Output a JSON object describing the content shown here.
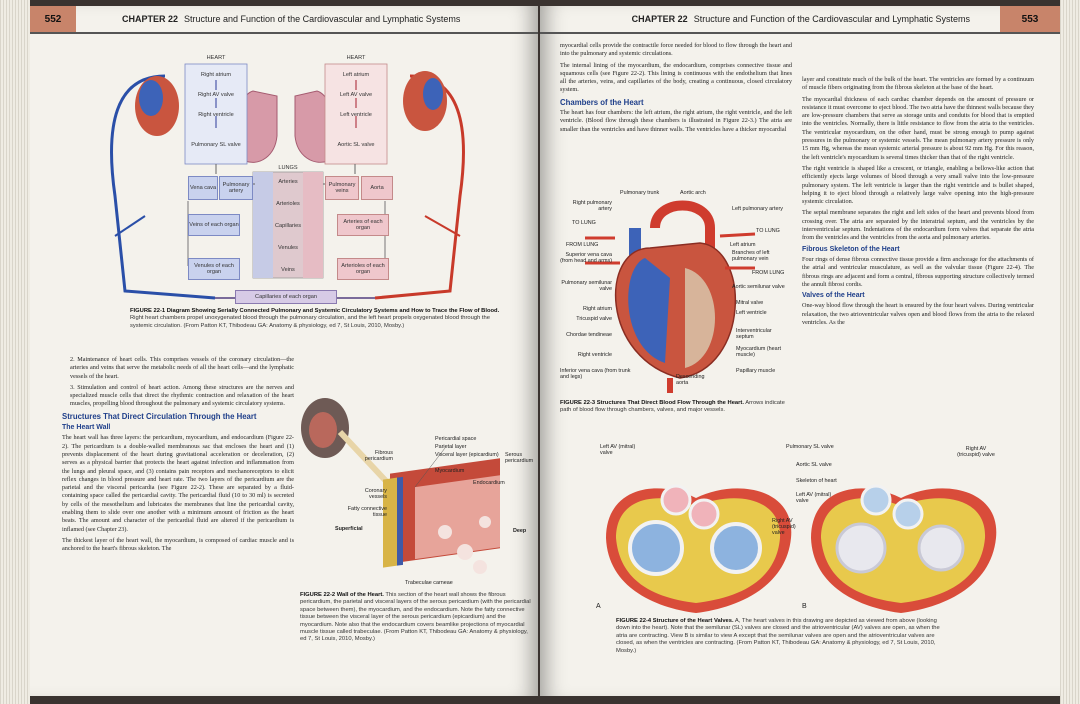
{
  "left_page": {
    "page_number": "552",
    "chapter_label": "CHAPTER 22",
    "chapter_title": "Structure and Function of the Cardiovascular and Lymphatic Systems",
    "fig1": {
      "heart_left": "HEART",
      "heart_right": "HEART",
      "lungs": "LUNGS",
      "right_chain": [
        "Right atrium",
        "Right AV valve",
        "Right ventricle",
        "Pulmonary SL valve"
      ],
      "left_chain": [
        "Left atrium",
        "Left AV valve",
        "Left ventricle",
        "Aortic SL valve"
      ],
      "vena_cava": "Vena cava",
      "pulmonary_artery": "Pulmonary artery",
      "pulmonary_veins": "Pulmonary veins",
      "aorta": "Aorta",
      "lung_vessels": [
        "Arteries",
        "Arterioles",
        "Capillaries",
        "Venules",
        "Veins"
      ],
      "veins_organ": "Veins of each organ",
      "venules_organ": "Venules of each organ",
      "arteries_organ": "Arteries of each organ",
      "arterioles_organ": "Arterioles of each organ",
      "capillaries_organ": "Capillaries of each organ",
      "caption_label": "FIGURE 22-1",
      "caption_title": "Diagram Showing Serially Connected Pulmonary and Systemic Circulatory Systems and How to Trace the Flow of Blood.",
      "caption_text": "Right heart chambers propel unoxygenated blood through the pulmonary circulation, and the left heart propels oxygenated blood through the systemic circulation. (From Patton KT, Thibodeau GA: Anatomy & physiology, ed 7, St Louis, 2010, Mosby.)"
    },
    "list_items": [
      "2. Maintenance of heart cells. This comprises vessels of the coronary circulation—the arteries and veins that serve the metabolic needs of all the heart cells—and the lymphatic vessels of the heart.",
      "3. Stimulation and control of heart action. Among these structures are the nerves and specialized muscle cells that direct the rhythmic contraction and relaxation of the heart muscles, propelling blood throughout the pulmonary and systemic circulatory systems."
    ],
    "section_title": "Structures That Direct Circulation Through the Heart",
    "subsection_title": "The Heart Wall",
    "para1": "The heart wall has three layers: the pericardium, myocardium, and endocardium (Figure 22-2). The pericardium is a double-walled membranous sac that encloses the heart and (1) prevents displacement of the heart during gravitational acceleration or deceleration, (2) serves as a physical barrier that protects the heart against infection and inflammation from the lungs and pleural space, and (3) contains pain receptors and mechanoreceptors to elicit reflex changes in blood pressure and heart rate. The two layers of the pericardium are the parietal and the visceral pericardia (see Figure 22-2). These are separated by a fluid-containing space called the pericardial cavity. The pericardial fluid (10 to 30 ml) is secreted by cells of the mesothelium and lubricates the membranes that line the pericardial cavity, enabling them to slide over one another with a minimum amount of friction as the heart beats. The amount and character of the pericardial fluid are altered if the pericardium is inflamed (see Chapter 23).",
    "para2": "The thickest layer of the heart wall, the myocardium, is composed of cardiac muscle and is anchored to the heart's fibrous skeleton. The",
    "fig2": {
      "labels_right": [
        "Pericardial space",
        "Parietal layer",
        "Visceral layer (epicardium)",
        "Myocardium",
        "Endocardium"
      ],
      "serous": "Serous pericardium",
      "fibrous": "Fibrous pericardium",
      "coronary": "Coronary vessels",
      "fatty": "Fatty connective tissue",
      "superficial": "Superficial",
      "deep": "Deep",
      "trabeculae": "Trabeculae carneae",
      "caption_label": "FIGURE 22-2",
      "caption_title": "Wall of the Heart.",
      "caption_text": "This section of the heart wall shows the fibrous pericardium, the parietal and visceral layers of the serous pericardium (with the pericardial space between them), the myocardium, and the endocardium. Note the fatty connective tissue between the visceral layer of the serous pericardium (epicardium) and the myocardium. Note also that the endocardium covers beamlike projections of myocardial muscle tissue called trabeculae. (From Patton KT, Thibodeau GA: Anatomy & physiology, ed 7, St Louis, 2010, Mosby.)"
    }
  },
  "right_page": {
    "page_number": "553",
    "chapter_label": "CHAPTER 22",
    "chapter_title": "Structure and Function of the Cardiovascular and Lymphatic Systems",
    "col1_para1": "myocardial cells provide the contractile force needed for blood to flow through the heart and into the pulmonary and systemic circulations.",
    "col1_para2": "The internal lining of the myocardium, the endocardium, comprises connective tissue and squamous cells (see Figure 22-2). This lining is continuous with the endothelium that lines all the arteries, veins, and capillaries of the body, creating a continuous, closed circulatory system.",
    "chambers_title": "Chambers of the Heart",
    "chambers_para": "The heart has four chambers: the left atrium, the right atrium, the right ventricle, and the left ventricle. (Blood flow through these chambers is illustrated in Figure 22-3.) The atria are smaller than the ventricles and have thinner walls. The ventricles have a thicker myocardial",
    "col2_para1": "layer and constitute much of the bulk of the heart. The ventricles are formed by a continuum of muscle fibers originating from the fibrous skeleton at the base of the heart.",
    "col2_para2": "The myocardial thickness of each cardiac chamber depends on the amount of pressure or resistance it must overcome to eject blood. The two atria have the thinnest walls because they are low-pressure chambers that serve as storage units and conduits for blood that is emptied into the ventricles. Normally, there is little resistance to flow from the atria to the ventricles. The ventricular myocardium, on the other hand, must be strong enough to pump against pressures in the pulmonary or systemic vessels. The mean pulmonary artery pressure is only 15 mm Hg, whereas the mean systemic arterial pressure is about 92 mm Hg. For this reason, the left ventricle's myocardium is several times thicker than that of the right ventricle.",
    "col2_para3": "The right ventricle is shaped like a crescent, or triangle, enabling a bellows-like action that efficiently ejects large volumes of blood through a very small valve into the low-pressure pulmonary system. The left ventricle is larger than the right ventricle and is bullet shaped, helping it to eject blood through a relatively large valve opening into the high-pressure systemic circulation.",
    "col2_para4": "The septal membrane separates the right and left sides of the heart and prevents blood from crossing over. The atria are separated by the interatrial septum, and the ventricles by the interventricular septum. Indentations of the endocardium form valves that separate the atria from the ventricles and the ventricles from the aorta and pulmonary arteries.",
    "fibrous_title": "Fibrous Skeleton of the Heart",
    "fibrous_para": "Four rings of dense fibrous connective tissue provide a firm anchorage for the attachments of the atrial and ventricular musculature, as well as the valvular tissue (Figure 22-4). The fibrous rings are adjacent and form a central, fibrous supporting structure collectively termed the annuli fibrosi cordis.",
    "valves_title": "Valves of the Heart",
    "valves_para": "One-way blood flow through the heart is ensured by the four heart valves. During ventricular relaxation, the two atrioventricular valves open and blood flows from the atria to the relaxed ventricles. As the",
    "fig3": {
      "labels_left": [
        "Right pulmonary artery",
        "TO LUNG",
        "FROM LUNG",
        "Superior vena cava (from head and arms)",
        "Pulmonary semilunar valve",
        "Right atrium",
        "Tricuspid valve",
        "Chordae tendineae",
        "Right ventricle",
        "Inferior vena cava (from trunk and legs)"
      ],
      "labels_top": [
        "Pulmonary trunk",
        "Aortic arch"
      ],
      "labels_right": [
        "Left pulmonary artery",
        "TO LUNG",
        "Left atrium",
        "Branches of left pulmonary vein",
        "FROM LUNG",
        "Aortic semilunar valve",
        "Mitral valve",
        "Left ventricle",
        "Interventricular septum",
        "Myocardium (heart muscle)",
        "Papillary muscle"
      ],
      "descending": "Descending aorta",
      "caption_label": "FIGURE 22-3",
      "caption_title": "Structures That Direct Blood Flow Through the Heart.",
      "caption_text": "Arrows indicate path of blood flow through chambers, valves, and major vessels."
    },
    "fig4": {
      "labels": [
        "Left AV (mitral) valve",
        "Pulmonary SL valve",
        "Aortic SL valve",
        "Skeleton of heart",
        "Left AV (mitral) valve",
        "Right AV (tricuspid) valve",
        "Right AV (tricuspid) valve"
      ],
      "view_a": "A",
      "view_b": "B",
      "caption_label": "FIGURE 22-4",
      "caption_title": "Structure of the Heart Valves.",
      "caption_text": "A, The heart valves in this drawing are depicted as viewed from above (looking down into the heart). Note that the semilunar (SL) valves are closed and the atrioventricular (AV) valves are open, as when the atria are contracting. View B is similar to view A except that the semilunar valves are open and the atrioventricular valves are closed, as when the ventricles are contracting. (From Patton KT, Thibodeau GA: Anatomy & physiology, ed 7, St Louis, 2010, Mosby.)"
    }
  }
}
